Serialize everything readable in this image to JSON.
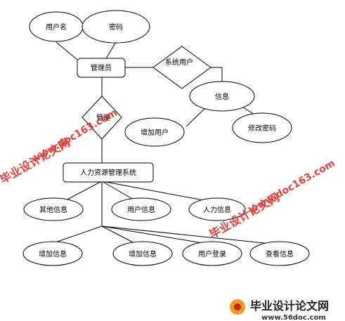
{
  "nodes": {
    "admin": "管理员",
    "username": "用户名",
    "password": "密码",
    "system_user": "系统用户",
    "manage": "管理",
    "info": "信息",
    "add_user": "增加用户",
    "change_password": "修改密码",
    "hr_system": "人力资源管理系统",
    "other_info": "其他信息",
    "user_info": "用户信息",
    "personnel_info": "人力信息",
    "add_info_1": "增加信息",
    "add_info_2": "增加信息",
    "user_login": "用户登录",
    "view_info": "查看信息"
  },
  "watermarks": {
    "site_text": "毕业设计论文网",
    "site_url": "www.doc163.com",
    "footer_text": "毕业设计论文网",
    "footer_url": "www.56doc.com"
  }
}
